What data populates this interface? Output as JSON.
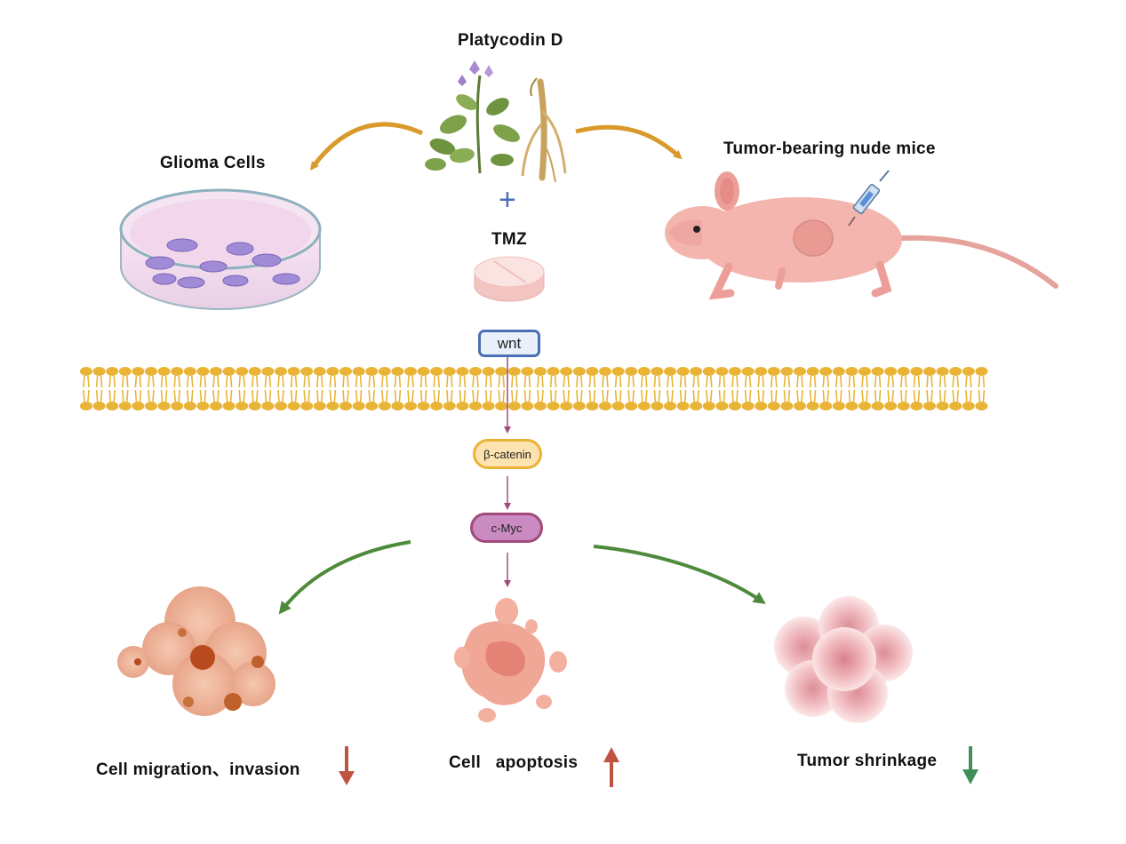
{
  "labels": {
    "platycodin": "Platycodin D",
    "plus": "+",
    "tmz": "TMZ",
    "glioma": "Glioma Cells",
    "mice": "Tumor-bearing nude mice",
    "migration": "Cell migration、invasion",
    "apoptosis": "Cell   apoptosis",
    "shrinkage": "Tumor shrinkage"
  },
  "pathway": {
    "wnt": "wnt",
    "beta_catenin": "β-catenin",
    "cmyc": "c-Myc"
  },
  "colors": {
    "orange_arrow": "#D99A2B",
    "green_arrow": "#4E8A3C",
    "red_arrow": "#C0533F",
    "down_green": "#3F8F5A",
    "membrane": "#E9B436",
    "pathway_arrow": "#A24A7A",
    "wnt_border": "#4A6FB5",
    "beta_fill": "#FCE3B0",
    "cmyc_fill": "#C98BC1"
  },
  "effects": {
    "migration": "down",
    "apoptosis": "up",
    "shrinkage": "down"
  }
}
